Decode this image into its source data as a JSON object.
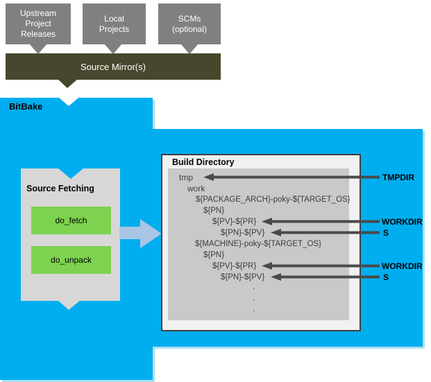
{
  "colors": {
    "blue": "#00aeef",
    "blue_shadow": "#aadff2",
    "gray_box": "#808080",
    "olive": "#47472d",
    "fetch_box_gray": "#d7d7d7",
    "green": "#7dd24f",
    "block_arrow": "#a9c5e5",
    "build_bg": "#f1f1f1",
    "build_border": "#404040",
    "tree_panel": "#c9c9c9",
    "arrow": "#4a4a4a"
  },
  "sources": {
    "boxes": [
      {
        "label": "Upstream\nProject\nReleases"
      },
      {
        "label": "Local\nProjects"
      },
      {
        "label": "SCMs\n(optional)"
      }
    ],
    "mirror_label": "Source Mirror(s)"
  },
  "bitbake": {
    "label": "BitBake"
  },
  "source_fetching": {
    "title": "Source Fetching",
    "tasks": [
      "do_fetch",
      "do_unpack"
    ]
  },
  "build_directory": {
    "title": "Build Directory",
    "tree": [
      "tmp",
      "work",
      "${PACKAGE_ARCH}-poky-${TARGET_OS}",
      "${PN}",
      "${PV}-${PR}",
      "${PN}-${PV}",
      "${MACHINE}-poky-${TARGET_OS}",
      "${PN}",
      "${PV}-${PR}",
      "${PN}-${PV}",
      ".",
      ".",
      "."
    ]
  },
  "env_labels": [
    "TMPDIR",
    "WORKDIR",
    "S",
    "WORKDIR",
    "S"
  ]
}
